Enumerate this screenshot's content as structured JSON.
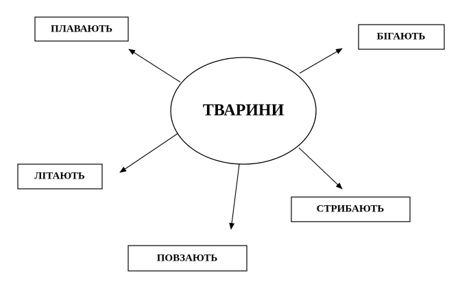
{
  "diagram": {
    "center_label": "ТВАРИНИ",
    "nodes": [
      {
        "id": "swim",
        "label": "ПЛАВАЮТЬ"
      },
      {
        "id": "run",
        "label": "БІГАЮТЬ"
      },
      {
        "id": "fly",
        "label": "ЛІТАЮТЬ"
      },
      {
        "id": "jump",
        "label": "СТРИБАЮТЬ"
      },
      {
        "id": "crawl",
        "label": "ПОВЗАЮТЬ"
      }
    ]
  }
}
